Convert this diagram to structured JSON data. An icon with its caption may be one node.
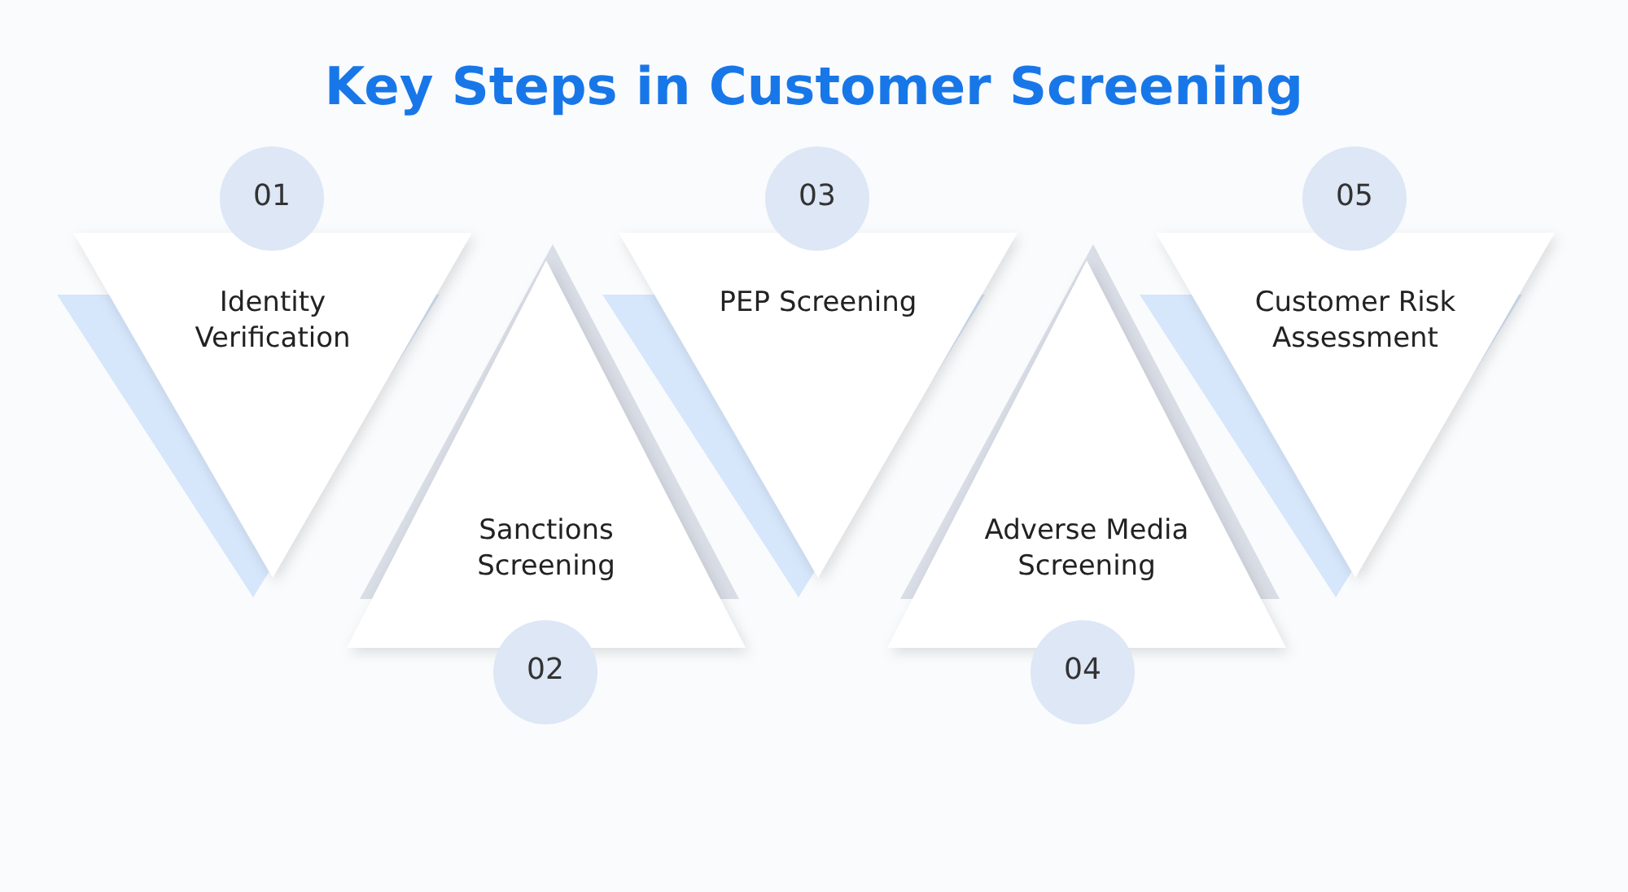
{
  "diagram": {
    "title": "Key Steps in Customer Screening",
    "nodes": [
      {
        "text": [
          "01"
        ]
      },
      {
        "text": [
          "Identity Verification"
        ]
      },
      {
        "text": [
          "02"
        ]
      },
      {
        "text": [
          "Sanctions Screening"
        ]
      },
      {
        "text": [
          "03"
        ]
      },
      {
        "text": [
          "PEP Screening"
        ]
      },
      {
        "text": [
          "04"
        ]
      },
      {
        "text": [
          "Adverse Media Screening"
        ]
      },
      {
        "text": [
          "05"
        ]
      },
      {
        "text": [
          "Customer Risk Assessment"
        ]
      }
    ]
  }
}
